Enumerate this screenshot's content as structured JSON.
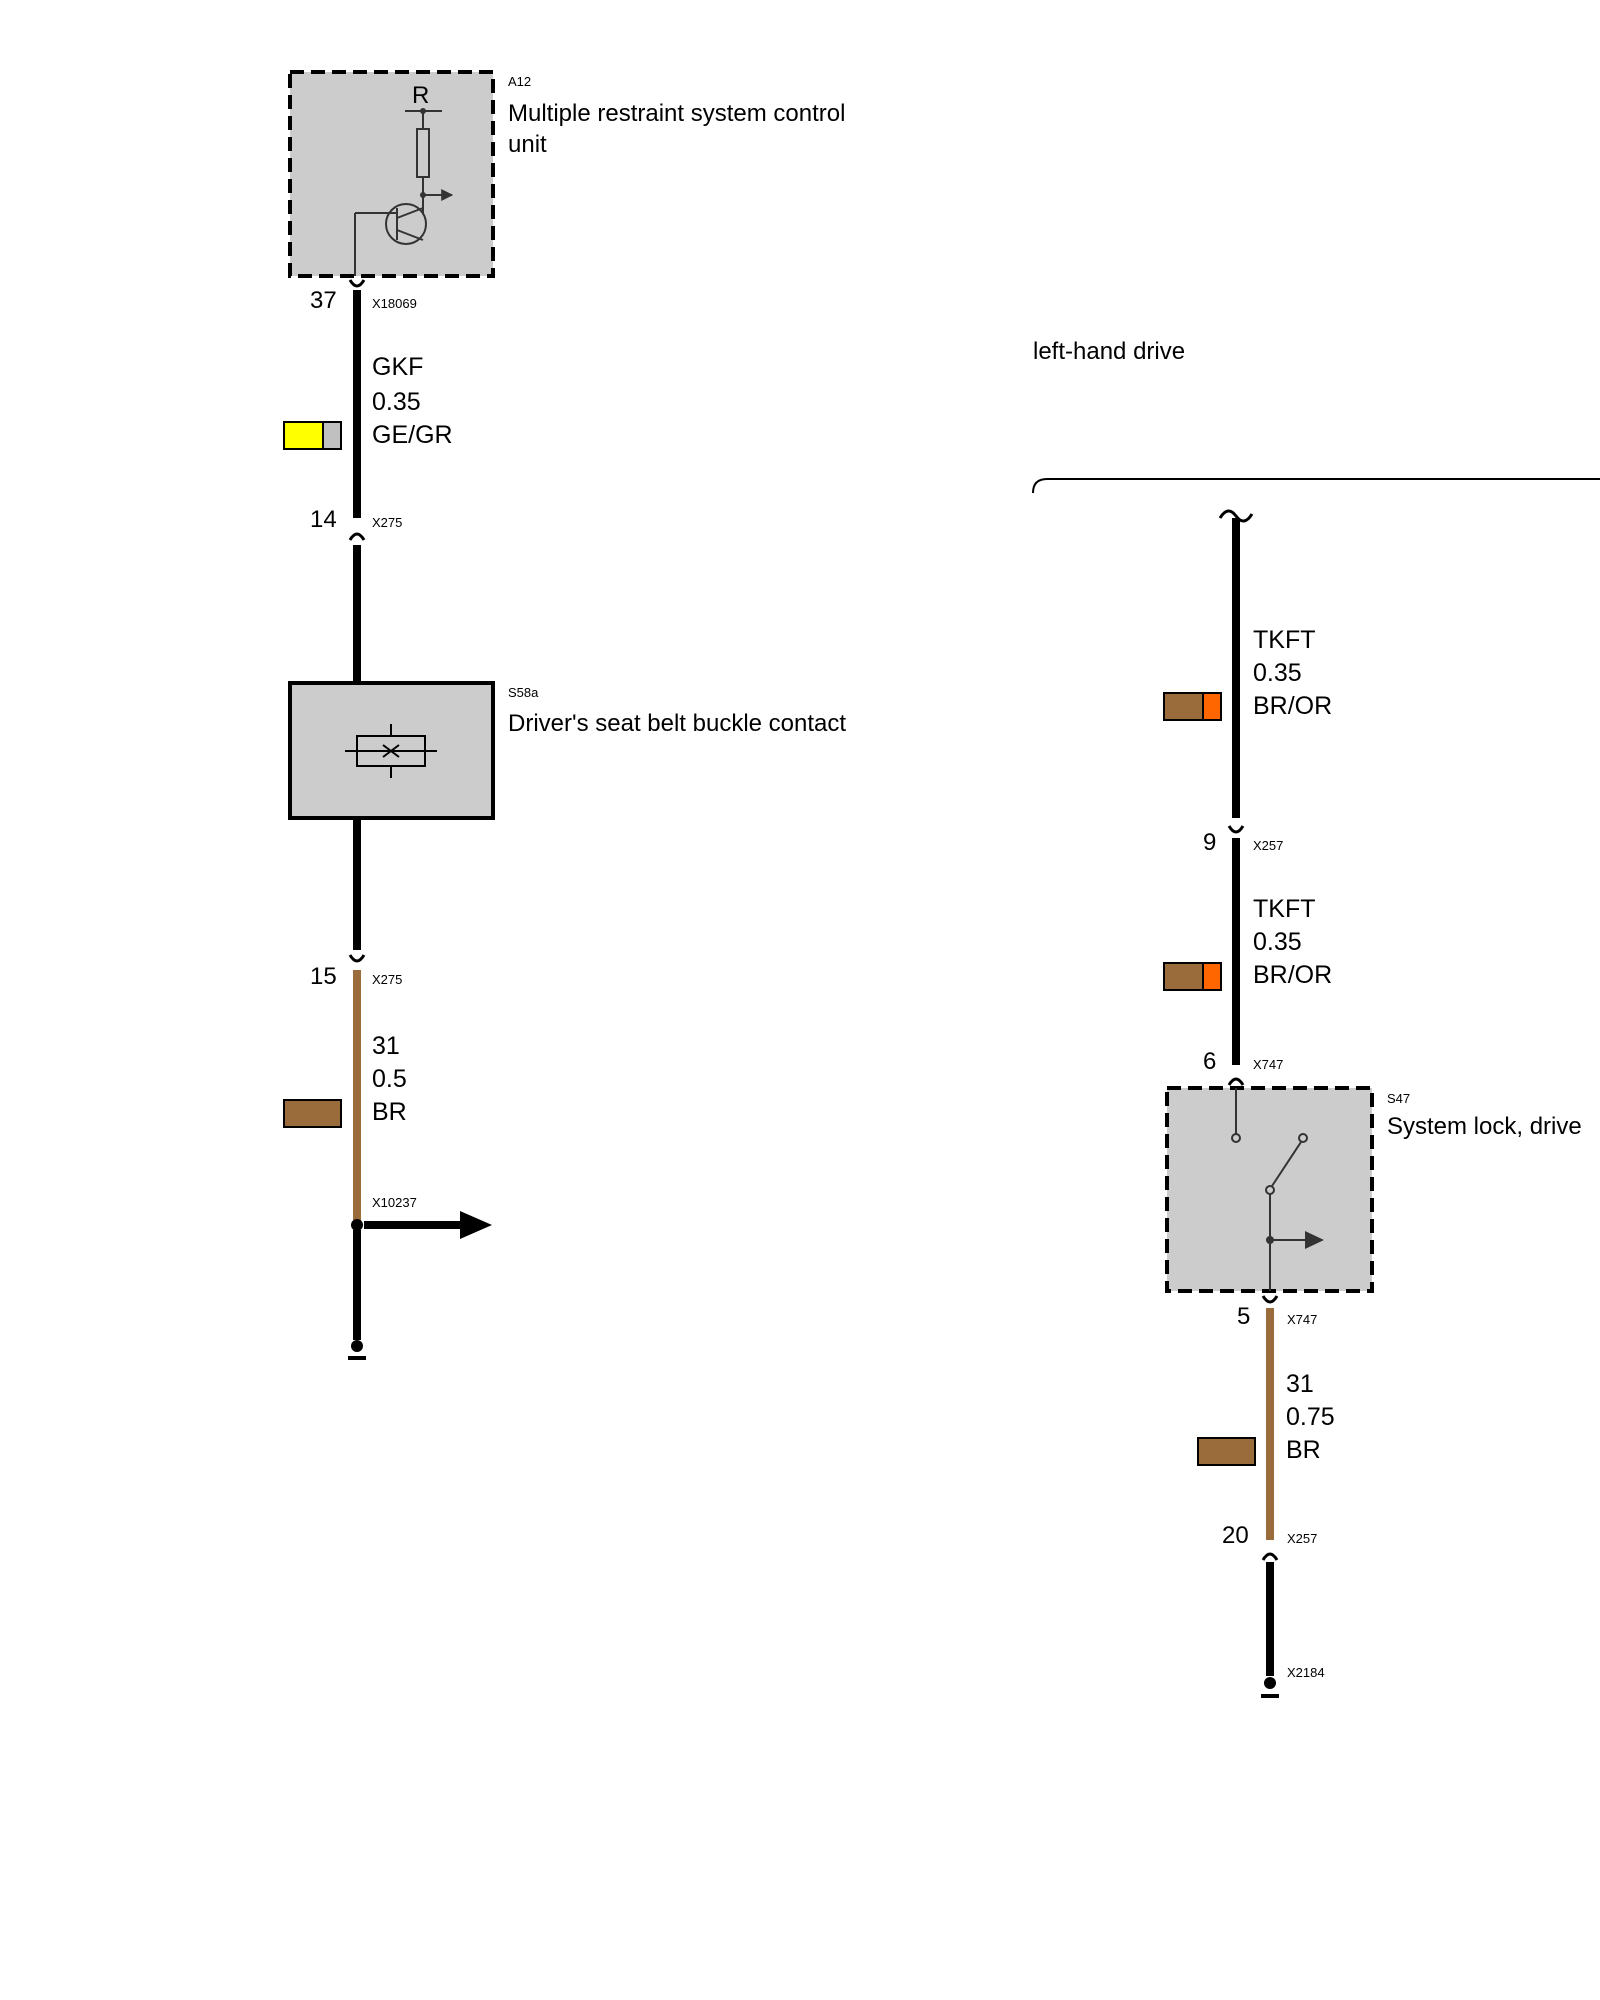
{
  "section_label": "left-hand drive",
  "colors": {
    "box_fill": "#cccccc",
    "wire_black": "#000000",
    "wire_brown": "#9a6b3b",
    "yellow": "#ffff00",
    "grey": "#c0c0c0",
    "brown": "#9a6b3b",
    "orange": "#ff6600"
  },
  "components": {
    "a12": {
      "code": "A12",
      "name_line1": "Multiple restraint system control",
      "name_line2": "unit",
      "internal_label": "R"
    },
    "s58a": {
      "code": "S58a",
      "name": "Driver's seat belt buckle contact"
    },
    "s47": {
      "code": "S47",
      "name": "System lock, drive"
    }
  },
  "connectors": {
    "a12_out": {
      "pin": "37",
      "name": "X18069"
    },
    "x275_top": {
      "pin": "14",
      "name": "X275"
    },
    "x275_bottom": {
      "pin": "15",
      "name": "X275"
    },
    "x10237": {
      "name": "X10237"
    },
    "x257_top": {
      "pin": "9",
      "name": "X257"
    },
    "x747_top": {
      "pin": "6",
      "name": "X747"
    },
    "x747_bottom": {
      "pin": "5",
      "name": "X747"
    },
    "x257_bottom": {
      "pin": "20",
      "name": "X257"
    },
    "x2184": {
      "name": "X2184"
    }
  },
  "wires": {
    "w_gkf": {
      "signal": "GKF",
      "gauge": "0.35",
      "color_code": "GE/GR",
      "swatch": [
        "yellow",
        "grey"
      ]
    },
    "w_31a": {
      "signal": "31",
      "gauge": "0.5",
      "color_code": "BR",
      "swatch": [
        "brown"
      ]
    },
    "w_tkft1": {
      "signal": "TKFT",
      "gauge": "0.35",
      "color_code": "BR/OR",
      "swatch": [
        "brown",
        "orange"
      ]
    },
    "w_tkft2": {
      "signal": "TKFT",
      "gauge": "0.35",
      "color_code": "BR/OR",
      "swatch": [
        "brown",
        "orange"
      ]
    },
    "w_31b": {
      "signal": "31",
      "gauge": "0.75",
      "color_code": "BR",
      "swatch": [
        "brown"
      ]
    }
  }
}
